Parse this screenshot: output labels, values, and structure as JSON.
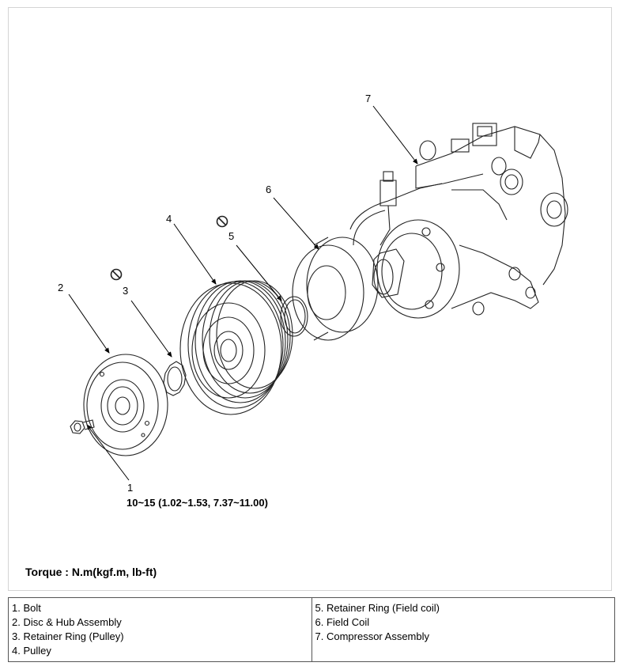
{
  "callouts": [
    "1",
    "2",
    "3",
    "4",
    "5",
    "6",
    "7"
  ],
  "torque_spec": "10~15 (1.02~1.53, 7.37~11.00)",
  "torque_caption": "Torque : N.m(kgf.m, lb-ft)",
  "legend": {
    "left": [
      "1. Bolt",
      "2. Disc & Hub Assembly",
      "3. Retainer Ring (Pulley)",
      "4. Pulley"
    ],
    "right": [
      "5. Retainer Ring (Field coil)",
      "6. Field Coil",
      "7. Compressor Assembly"
    ]
  }
}
